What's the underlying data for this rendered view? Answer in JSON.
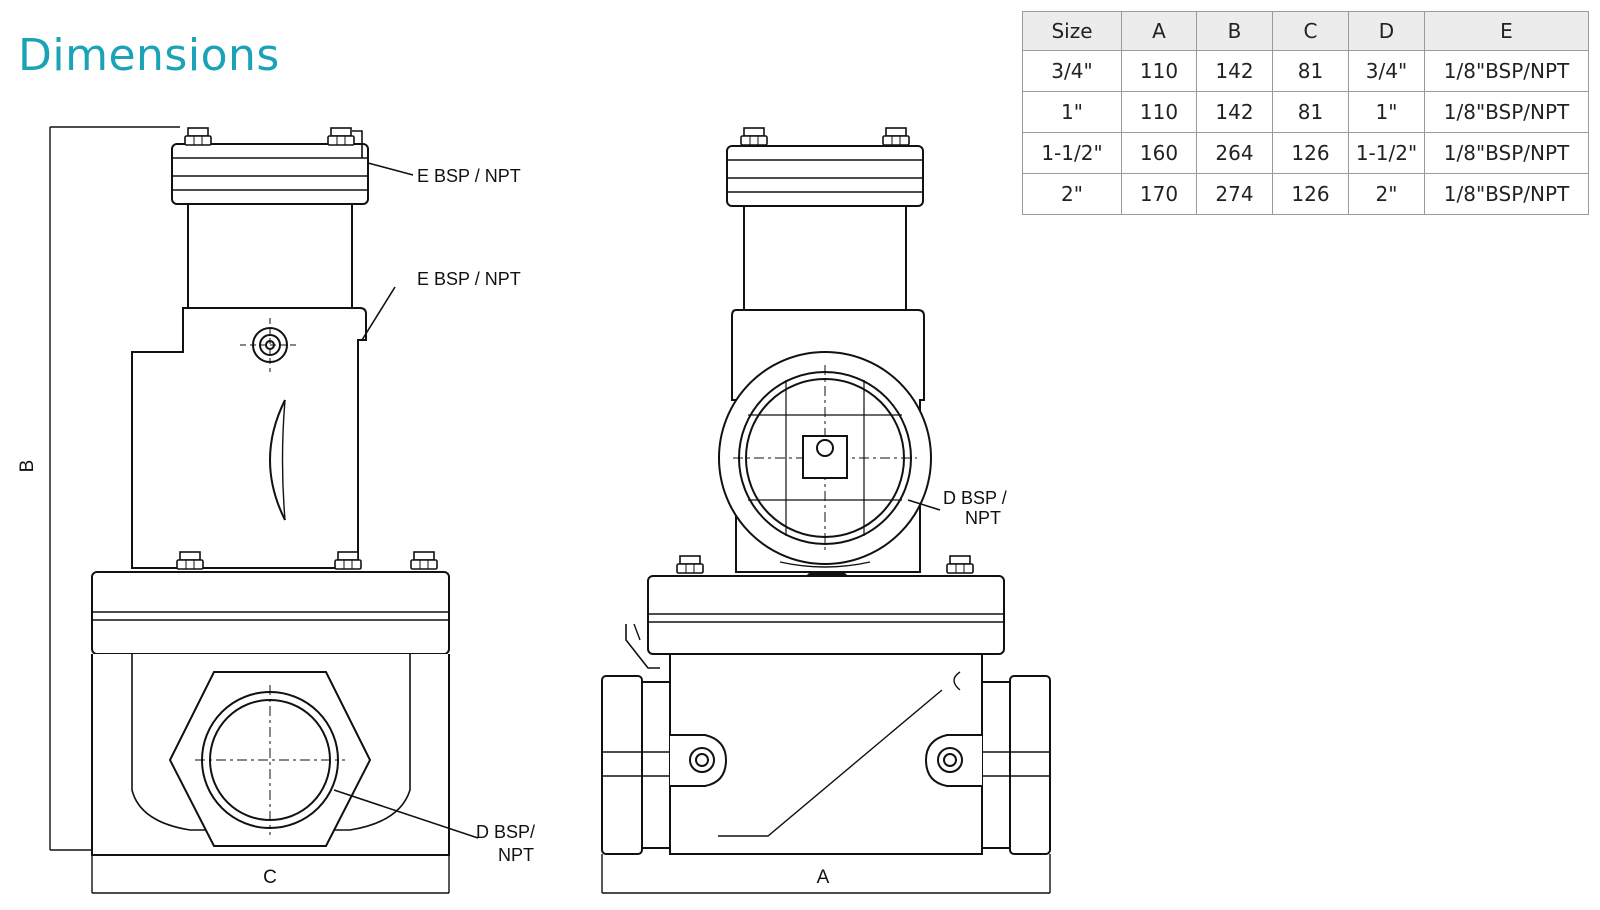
{
  "title": "Dimensions",
  "table": {
    "headers": [
      "Size",
      "A",
      "B",
      "C",
      "D",
      "E"
    ],
    "rows": [
      [
        "3/4\"",
        "110",
        "142",
        "81",
        "3/4\"",
        "1/8\"BSP/NPT"
      ],
      [
        "1\"",
        "110",
        "142",
        "81",
        "1\"",
        "1/8\"BSP/NPT"
      ],
      [
        "1-1/2\"",
        "160",
        "264",
        "126",
        "1-1/2\"",
        "1/8\"BSP/NPT"
      ],
      [
        "2\"",
        "170",
        "274",
        "126",
        "2\"",
        "1/8\"BSP/NPT"
      ]
    ]
  },
  "labels": {
    "e_top": "E BSP / NPT",
    "e_side": "E BSP / NPT",
    "d_left_1": "D BSP/",
    "d_left_2": "NPT",
    "d_right_1": "D BSP /",
    "d_right_2": "NPT",
    "dim_b": "B",
    "dim_c": "C",
    "dim_a": "A"
  }
}
